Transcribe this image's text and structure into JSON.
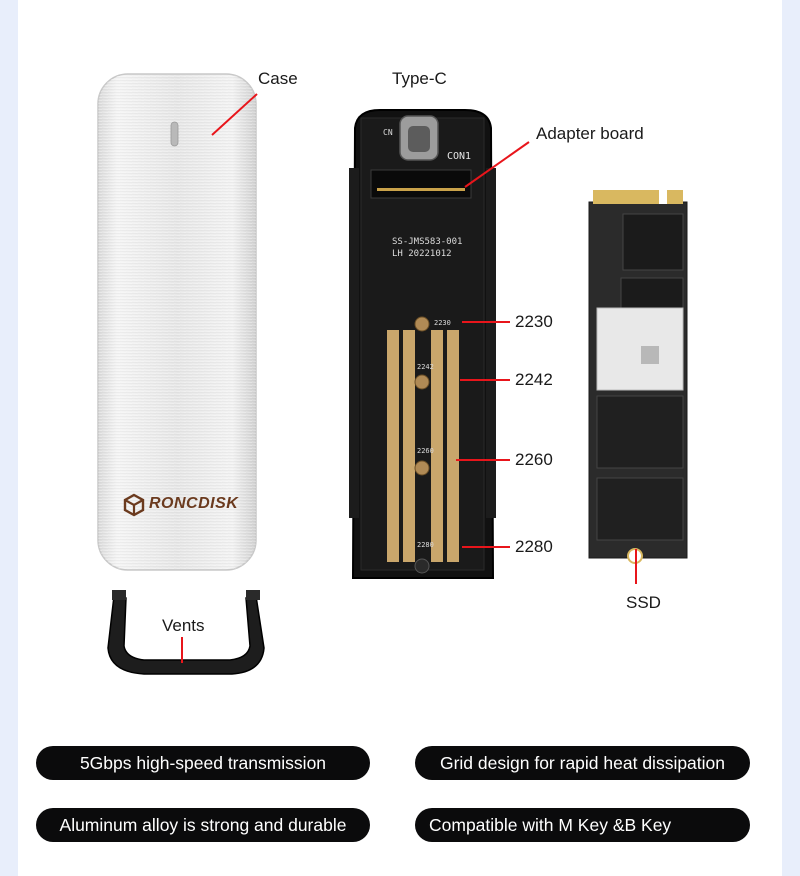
{
  "labels": {
    "case": "Case",
    "type_c": "Type-C",
    "adapter_board": "Adapter board",
    "vents": "Vents",
    "ssd": "SSD",
    "size_2230": "2230",
    "size_2242": "2242",
    "size_2260": "2260",
    "size_2280": "2280"
  },
  "brand": {
    "logo_text": "RONCDISK"
  },
  "board_print": {
    "con1": "CON1",
    "cn": "CN",
    "chip": "SS-JMS583-001",
    "lot": "LH 20221012",
    "mark_2230": "2230",
    "mark_2242": "2242",
    "mark_2260": "2260",
    "mark_2280": "2280"
  },
  "features": [
    "5Gbps high-speed transmission",
    "Grid design for rapid heat dissipation",
    "Aluminum alloy is strong and durable",
    "Compatible with M Key &B Key"
  ],
  "colors": {
    "leader": "#e8151b",
    "pill_bg": "#0b0b0c",
    "side_band": "#e8eefb",
    "brand_logo": "#6b3a1e"
  }
}
